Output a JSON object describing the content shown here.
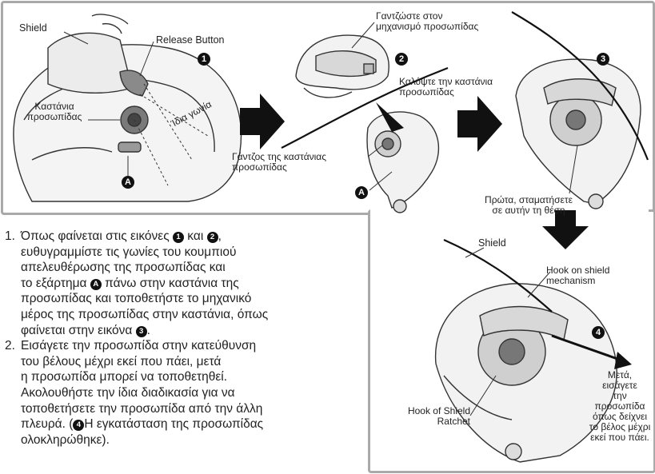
{
  "figure1": {
    "shield": "Shield",
    "release_button": "Release Button",
    "ratchet": [
      "Καστάνια",
      "προσωπίδας"
    ],
    "same_angle": "Ίδια γωνία",
    "marker": "A",
    "step_num": "1"
  },
  "figure2": {
    "hook_mechanism": [
      "Γαντζώστε στον",
      "μηχανισμό προσωπίδας"
    ],
    "cover_ratchet": [
      "Καλύψτε την καστάνια",
      "προσωπίδας"
    ],
    "ratchet_hook": [
      "Γάντζος της καστάνιας",
      "προσωπίδας"
    ],
    "marker": "A",
    "step_num": "2"
  },
  "figure3": {
    "stop_here": [
      "Πρώτα, σταματήσετε",
      "σε αυτήν τη θέση"
    ],
    "step_num": "3"
  },
  "figure4": {
    "shield": "Shield",
    "hook_mech": [
      "Hook on shield",
      "mechanism"
    ],
    "hook_ratchet": [
      "Hook of Shield",
      "Ratchet"
    ],
    "then_insert": [
      "Μετά,",
      "εισάγετε",
      "την",
      "προσωπίδα",
      "όπως δείχνει",
      "το βέλος μέχρι",
      "εκεί που πάει."
    ],
    "step_num": "4"
  },
  "instructions": {
    "step1": {
      "num": "1.",
      "a": "Όπως φαίνεται στις εικόνες",
      "b": "και",
      "c": ",",
      "l2": "ευθυγραμμίστε τις γωνίες του κουμπιού",
      "l3": "απελευθέρωσης της προσωπίδας και",
      "l4a": "το εξάρτημα",
      "l4b": "πάνω στην καστάνια της",
      "l5": "προσωπίδας και τοποθετήστε το μηχανικό",
      "l6": "μέρος της προσωπίδας στην καστάνια, όπως",
      "l7a": "φαίνεται στην εικόνα",
      "l7b": ".",
      "ic1": "1",
      "ic2": "2",
      "icA": "A",
      "ic3": "3"
    },
    "step2": {
      "num": "2.",
      "l1": "Εισάγετε την προσωπίδα στην κατεύθυνση",
      "l2": "του βέλους μέχρι εκεί που πάει, μετά",
      "l3": "η προσωπίδα μπορεί να τοποθετηθεί.",
      "l4": "Ακολουθήστε την ίδια διαδικασία για να",
      "l5": "τοποθετήσετε την προσωπίδα από την άλλη",
      "l6a": "πλευρά. (",
      "l6b": "Η εγκατάσταση της προσωπίδας",
      "l7": "ολοκληρώθηκε).",
      "ic4": "4"
    }
  }
}
